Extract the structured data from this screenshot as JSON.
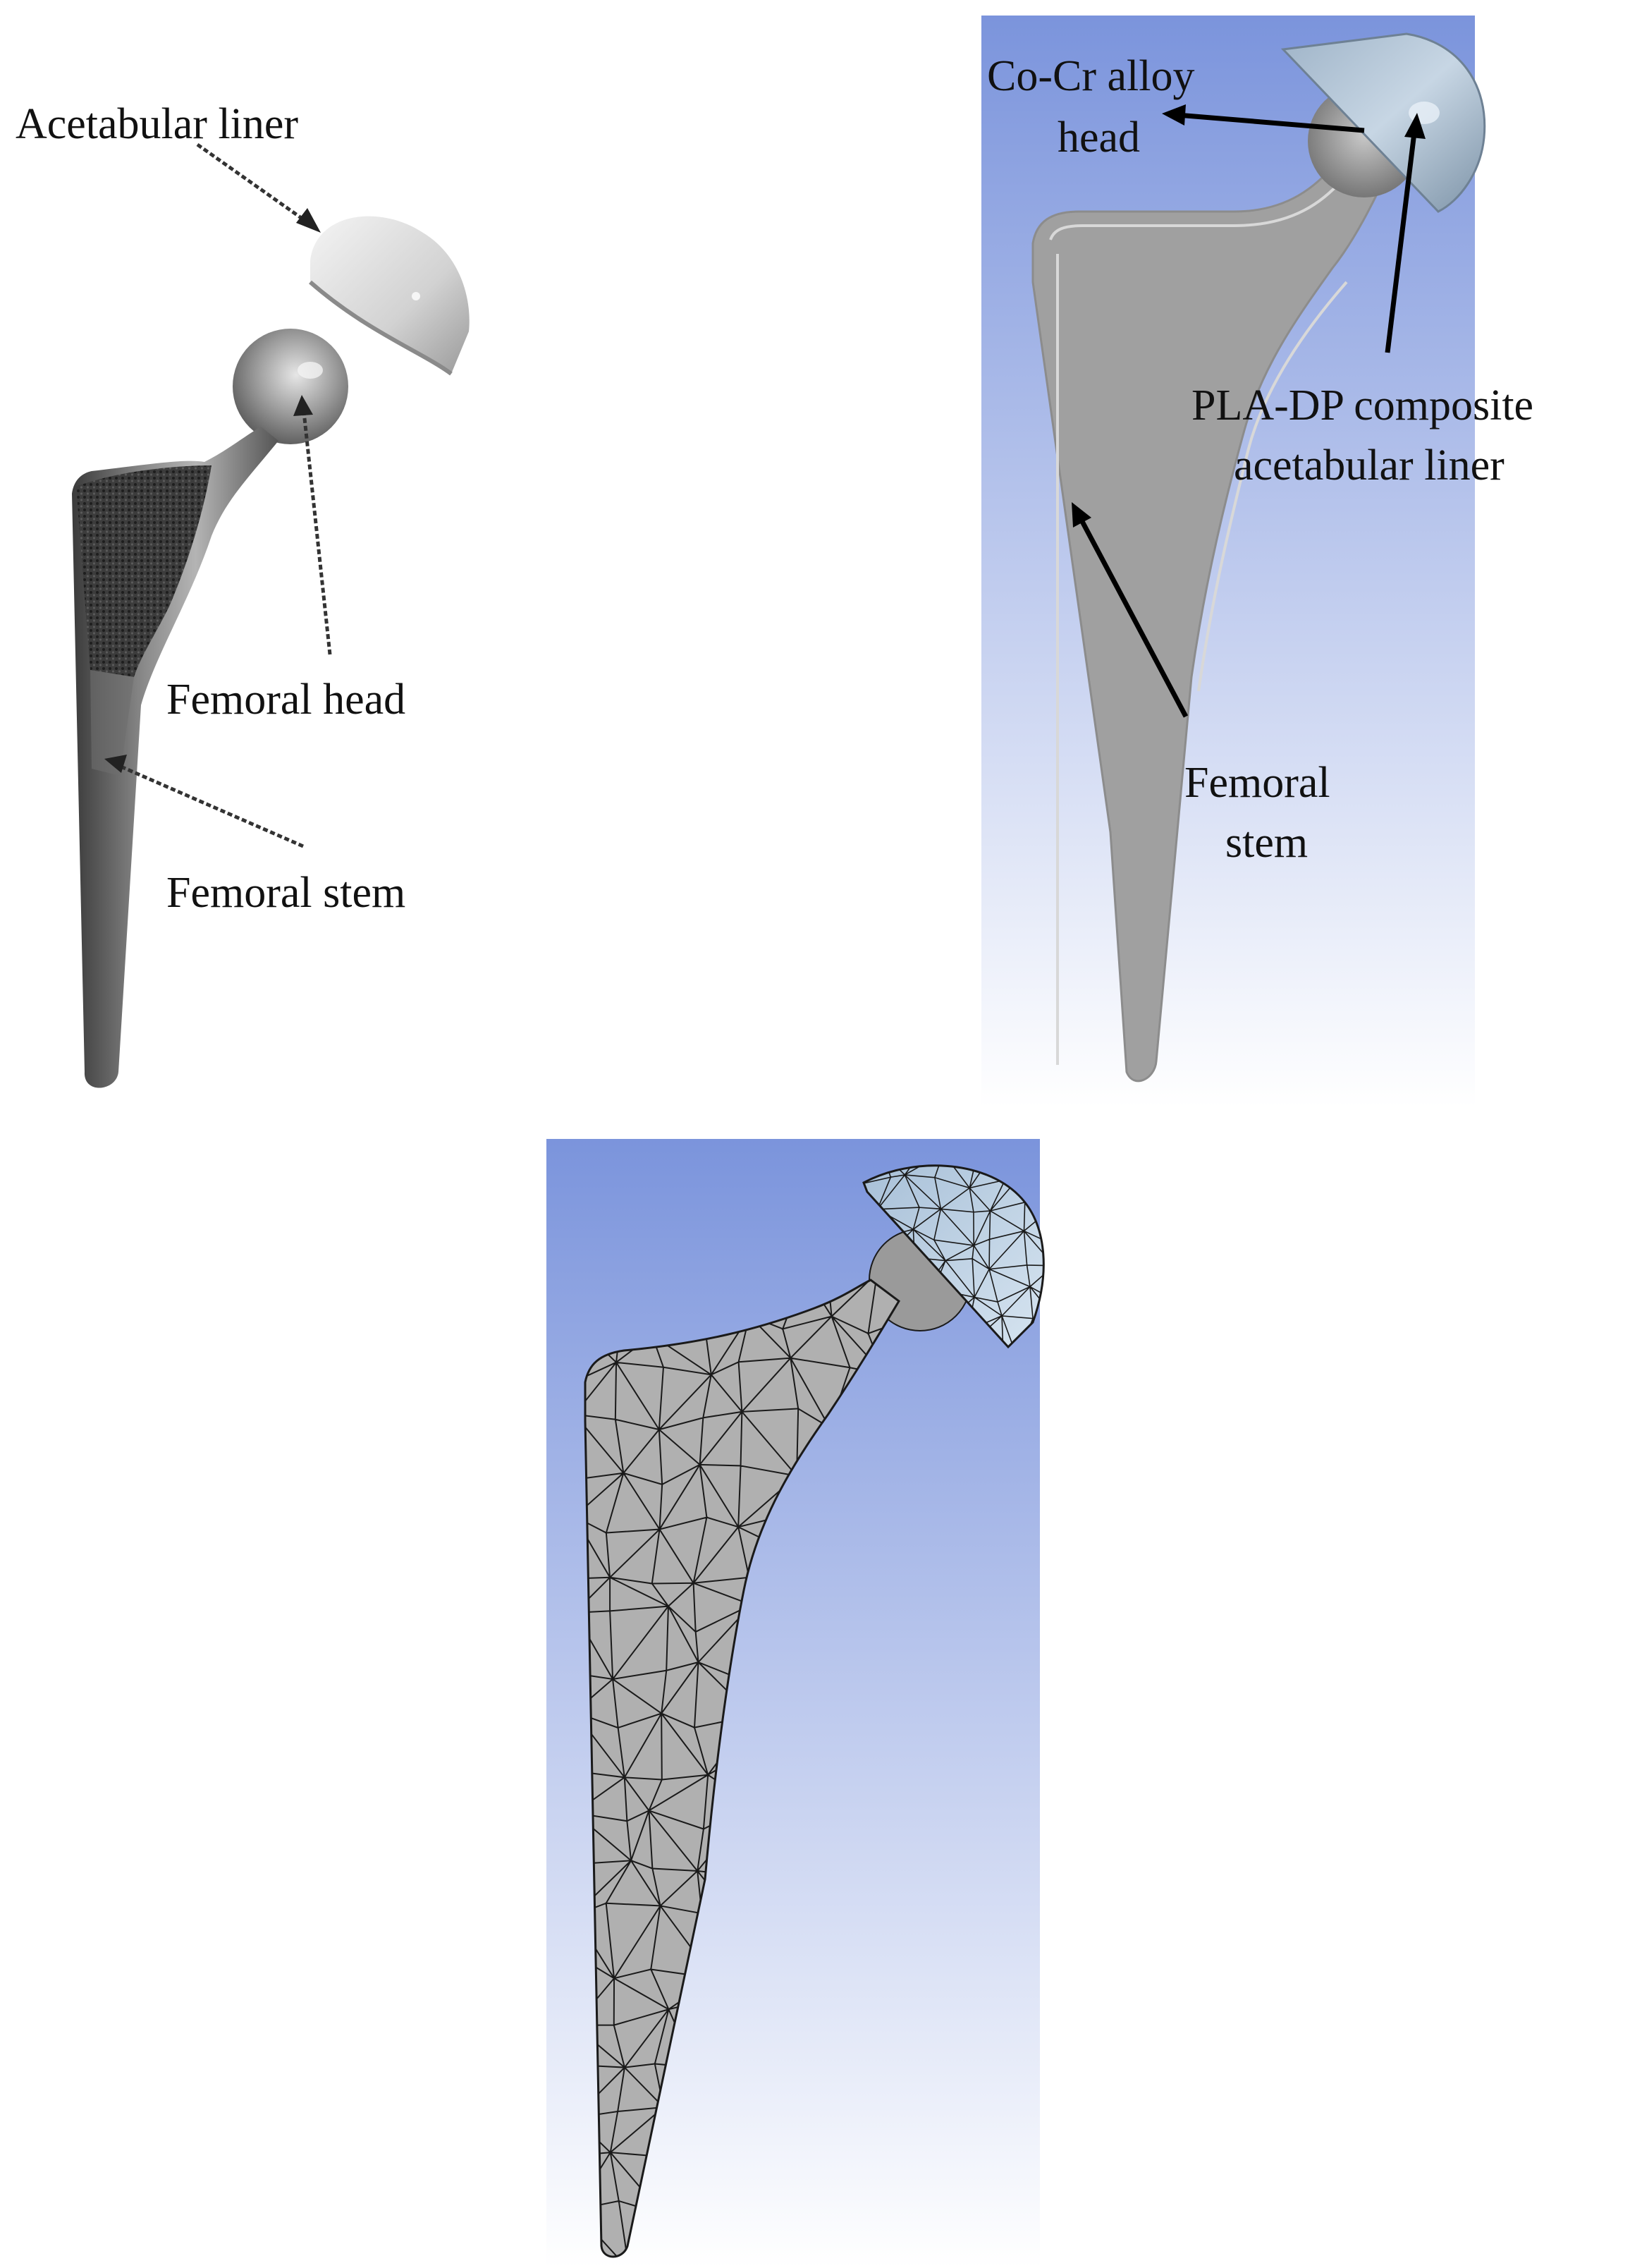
{
  "panels": {
    "implant_photo": {
      "labels": {
        "acetabular_liner": "Acetabular liner",
        "femoral_head": "Femoral head",
        "femoral_stem": "Femoral stem"
      }
    },
    "cad_model": {
      "labels": {
        "head_line1": "Co-Cr alloy",
        "head_line2": "head",
        "liner_line1": "PLA-DP composite",
        "liner_line2": "acetabular liner",
        "stem_line1": "Femoral",
        "stem_line2": "stem"
      }
    },
    "mesh_model": {}
  },
  "colors": {
    "background_top": "#7b94dc",
    "background_bottom": "#ffffff",
    "stem_gray": "#a0a0a0",
    "liner_blue": "#b8cde0",
    "mesh_line": "#1a1a1a"
  }
}
